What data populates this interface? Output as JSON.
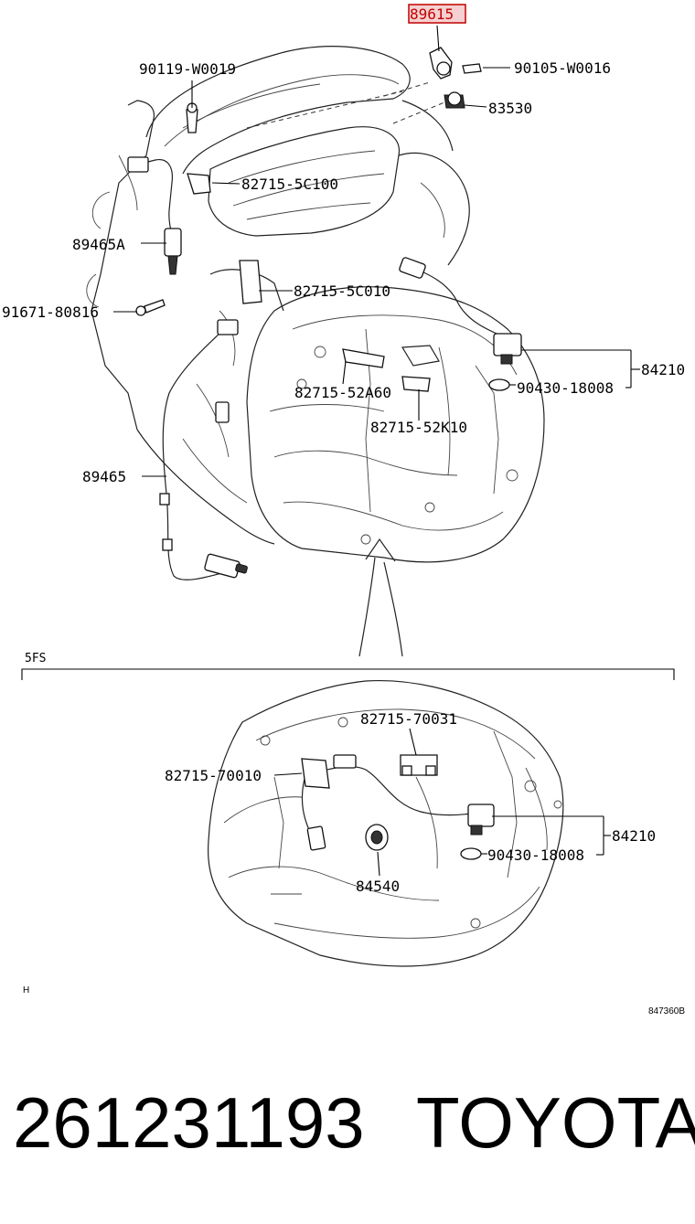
{
  "diagram": {
    "highlighted_part": "89615",
    "upper_labels": {
      "p90119": "90119-W0019",
      "p90105": "90105-W0016",
      "p83530": "83530",
      "p82715_5c100": "82715-5C100",
      "p89465a": "89465A",
      "p82715_5c010": "82715-5C010",
      "p91671": "91671-80816",
      "p84210": "84210",
      "p90430": "90430-18008",
      "p82715_52a60": "82715-52A60",
      "p82715_52k10": "82715-52K10",
      "p89465": "89465"
    },
    "section_title": "5FS",
    "lower_labels": {
      "p82715_70031": "82715-70031",
      "p82715_70010": "82715-70010",
      "p84210": "84210",
      "p90430": "90430-18008",
      "p84540": "84540"
    },
    "corner_mark": "H",
    "diagram_code": "847360B"
  },
  "footer": {
    "part_number": "261231193",
    "brand": "TOYOTA"
  },
  "colors": {
    "highlight": "#c00000",
    "highlight_fill": "#f6d0d0",
    "ink": "#000000"
  }
}
